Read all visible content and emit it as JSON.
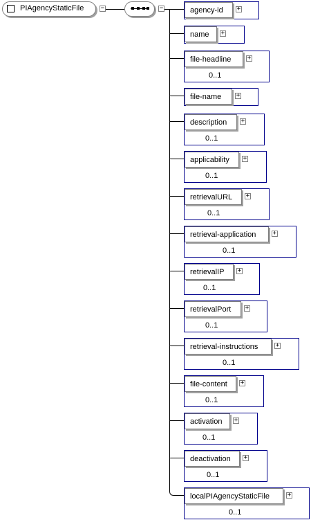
{
  "root": {
    "name": "PIAgencyStaticFile",
    "icon": "element-icon",
    "toggle_symbol": "−"
  },
  "sequence": {
    "icon": "sequence-compositor-icon",
    "toggle_symbol": "−"
  },
  "children_toggle_symbol": "+",
  "children": [
    {
      "name": "agency-id",
      "cardinality": ""
    },
    {
      "name": "name",
      "cardinality": ""
    },
    {
      "name": "file-headline",
      "cardinality": "0..1"
    },
    {
      "name": "file-name",
      "cardinality": ""
    },
    {
      "name": "description",
      "cardinality": "0..1"
    },
    {
      "name": "applicability",
      "cardinality": "0..1"
    },
    {
      "name": "retrievalURL",
      "cardinality": "0..1"
    },
    {
      "name": "retrieval-application",
      "cardinality": "0..1"
    },
    {
      "name": "retrievalIP",
      "cardinality": "0..1"
    },
    {
      "name": "retrievalPort",
      "cardinality": "0..1"
    },
    {
      "name": "retrieval-instructions",
      "cardinality": "0..1"
    },
    {
      "name": "file-content",
      "cardinality": "0..1"
    },
    {
      "name": "activation",
      "cardinality": "0..1"
    },
    {
      "name": "deactivation",
      "cardinality": "0..1"
    },
    {
      "name": "localPIAgencyStaticFile",
      "cardinality": "0..1"
    }
  ],
  "colors": {
    "element_border": "#00008b",
    "connector": "#000000",
    "shadow": "#a0a0a0"
  }
}
